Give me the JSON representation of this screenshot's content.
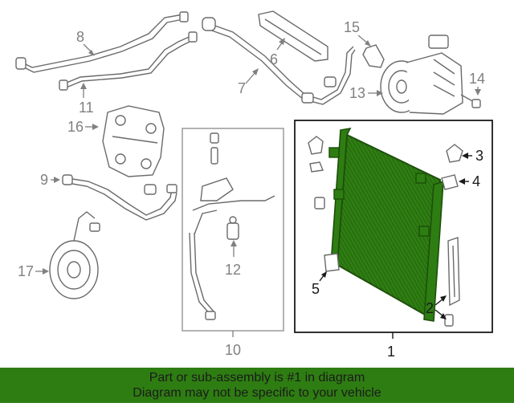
{
  "callouts": {
    "c1": "1",
    "c2": "2",
    "c3": "3",
    "c4": "4",
    "c5": "5",
    "c6": "6",
    "c7": "7",
    "c8": "8",
    "c9": "9",
    "c10": "10",
    "c11": "11",
    "c12": "12",
    "c13": "13",
    "c14": "14",
    "c15": "15",
    "c16": "16",
    "c17": "17"
  },
  "banner": {
    "line1": "Part or sub-assembly is #1 in diagram",
    "line2": "Diagram may not be specific to your vehicle"
  },
  "colors": {
    "highlight_part": "#2e7d12",
    "banner_bg": "#2e7d12",
    "line_art": "#6a6a6a",
    "callout_text": "#808080"
  }
}
